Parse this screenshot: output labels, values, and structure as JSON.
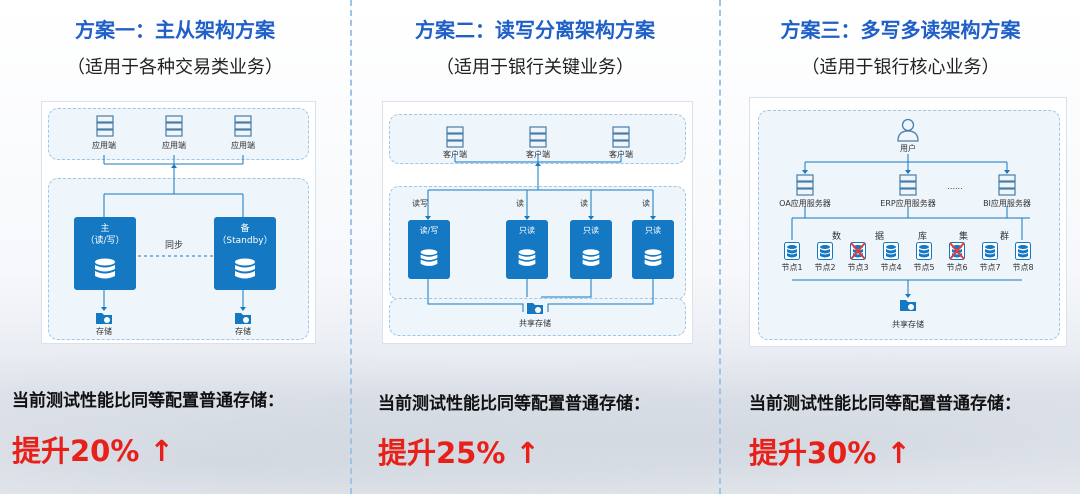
{
  "scheme1": {
    "title": "方案一：主从架构方案",
    "subtitle": "（适用于各种交易类业务）",
    "app_label": "应用端",
    "master_title": "主",
    "master_role": "（读/写）",
    "standby_title": "备",
    "standby_role": "（Standby）",
    "sync_label": "同步",
    "storage_label": "存储",
    "metric": "当前测试性能比同等配置普通存储：",
    "boost": "提升20% ↑"
  },
  "scheme2": {
    "title": "方案二：读写分离架构方案",
    "subtitle": "（适用于银行关键业务）",
    "client_label": "客户端",
    "rw_node": "读/写",
    "ro_node": "只读",
    "rw_edge": "读写",
    "read_edge": "读",
    "shared_storage": "共享存储",
    "metric": "当前测试性能比同等配置普通存储：",
    "boost": "提升25% ↑"
  },
  "scheme3": {
    "title": "方案三：多写多读架构方案",
    "subtitle": "（适用于银行核心业务）",
    "user_label": "用户",
    "servers": [
      "OA应用服务器",
      "ERP应用服务器",
      "BI应用服务器"
    ],
    "ellipsis": "......",
    "cluster_chars": [
      "数",
      "据",
      "库",
      "集",
      "群"
    ],
    "nodes": [
      "节点1",
      "节点2",
      "节点3",
      "节点4",
      "节点5",
      "节点6",
      "节点7",
      "节点8"
    ],
    "failed_nodes": [
      "节点3",
      "节点6"
    ],
    "shared_storage": "共享存储",
    "metric": "当前测试性能比同等配置普通存储：",
    "boost": "提升30% ↑"
  },
  "colors": {
    "title": "#1f5fc8",
    "node": "#1479c2",
    "boost": "#e8201a",
    "failed": "#e23b3b"
  }
}
